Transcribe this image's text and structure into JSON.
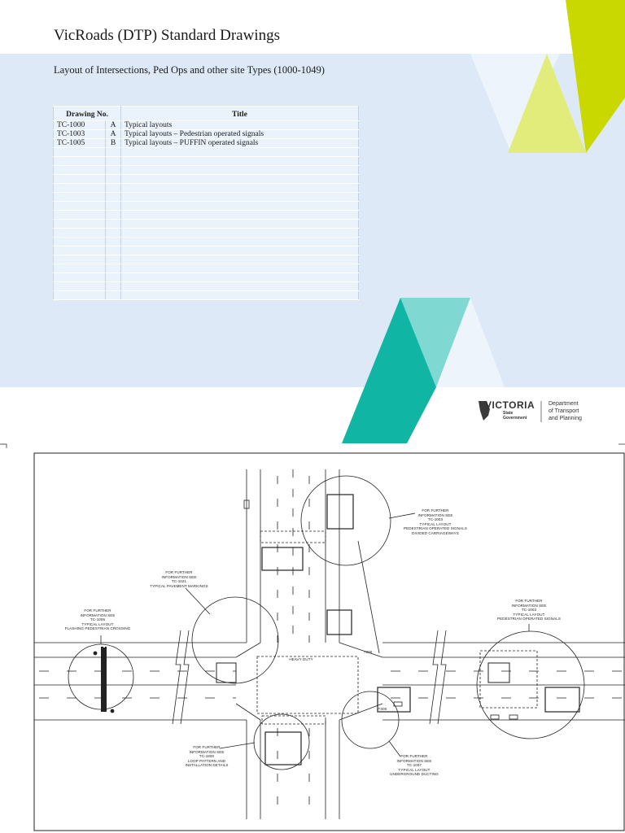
{
  "header": {
    "title": "VicRoads (DTP) Standard Drawings",
    "subtitle": "Layout of Intersections, Ped Ops and other site Types (1000-1049)"
  },
  "table": {
    "columns": [
      "Drawing No.",
      "Title"
    ],
    "rows": [
      {
        "no": "TC-1000",
        "rev": "A",
        "title": "Typical layouts"
      },
      {
        "no": "TC-1003",
        "rev": "A",
        "title": "Typical layouts – Pedestrian operated signals"
      },
      {
        "no": "TC-1005",
        "rev": "B",
        "title": "Typical layouts – PUFFIN operated signals"
      }
    ],
    "empty_row_count": 17
  },
  "logo": {
    "name": "VICTORIA",
    "sub1": "State",
    "sub2": "Government",
    "dept1": "Department",
    "dept2": "of Transport",
    "dept3": "and Planning"
  },
  "colors": {
    "band": "#dde9f6",
    "lime": "#c9d900",
    "lime_light": "#e2ec7a",
    "teal": "#11b5a3",
    "teal_light": "#7fd8d1"
  },
  "drawing": {
    "notes": {
      "top_right": [
        "FOR FURTHER",
        "INFORMATION SEE",
        "TC-1003",
        "TYPICAL LAYOUT",
        "PEDESTRIAN OPERATED SIGNALS",
        "DIVIDED CARRIAGEWAYS"
      ],
      "mid_left": [
        "FOR FURTHER",
        "INFORMATION SEE",
        "TC-1021",
        "TYPICAL PAVEMENT MARKINGS"
      ],
      "far_left": [
        "FOR FURTHER",
        "INFORMATION SEE",
        "TC-1006",
        "TYPICAL LAYOUT",
        "FLASHING PEDESTRIAN CROSSING"
      ],
      "far_right": [
        "FOR FURTHER",
        "INFORMATION SEE",
        "TC-1003",
        "TYPICAL LAYOUT",
        "PEDESTRIAN OPERATED SIGNALS"
      ],
      "bottom_left": [
        "FOR FURTHER",
        "INFORMATION SEE",
        "TC-1800",
        "LOOP PATTERN AND",
        "INSTALLATION DETAILS"
      ],
      "bottom_right": [
        "FOR FURTHER",
        "INFORMATION SEE",
        "TC-1007",
        "TYPICAL LAYOUT",
        "UNDERGROUND DUCTING"
      ]
    },
    "labels": {
      "heavy_duty": "HEAVY DUTY",
      "t300_a": "T300",
      "t300_b": "T300"
    }
  }
}
